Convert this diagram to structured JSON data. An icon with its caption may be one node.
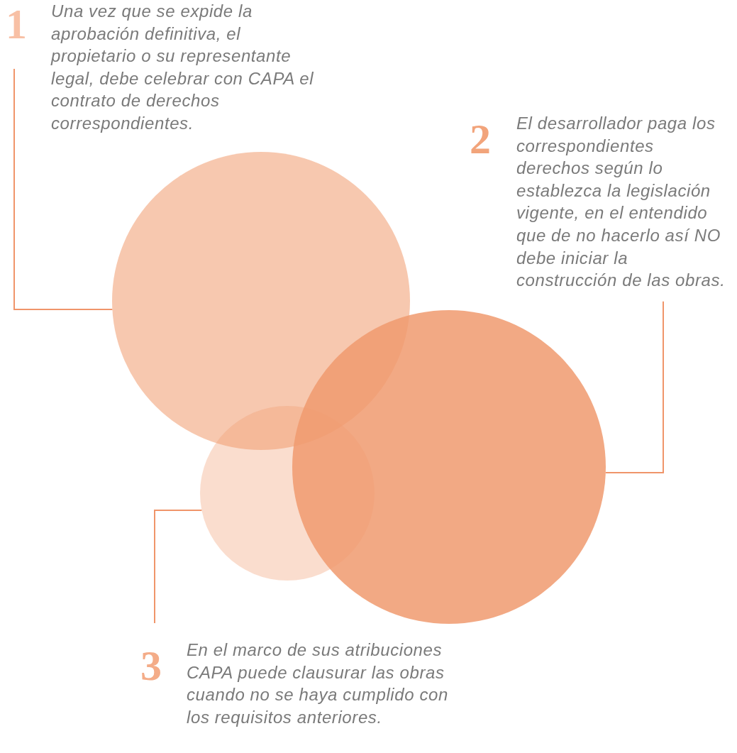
{
  "diagram": {
    "nodes": [
      {
        "text": [
          "1",
          "Una vez que se expide la aprobación definitiva, el propietario o su representante legal, debe celebrar con CAPA el contrato de derechos correspondientes."
        ]
      },
      {
        "text": [],
        "shape": "circle"
      },
      {
        "text": [
          "2",
          "El desarrollador paga los correspondientes derechos según lo establezca la legislación vigente, en el entendido que de no hacerlo así NO debe iniciar la construcción de las obras."
        ]
      },
      {
        "text": [],
        "shape": "circle"
      },
      {
        "text": [
          "3",
          "En el marco de sus atribuciones CAPA puede clausurar las obras cuando no se haya cumplido con los requisitos anteriores."
        ]
      },
      {
        "text": [],
        "shape": "circle"
      }
    ],
    "edges": [
      {
        "from": 0,
        "to": 1,
        "arrow": "none"
      },
      {
        "from": 2,
        "to": 3,
        "arrow": "none"
      },
      {
        "from": 4,
        "to": 5,
        "arrow": "none"
      }
    ]
  }
}
